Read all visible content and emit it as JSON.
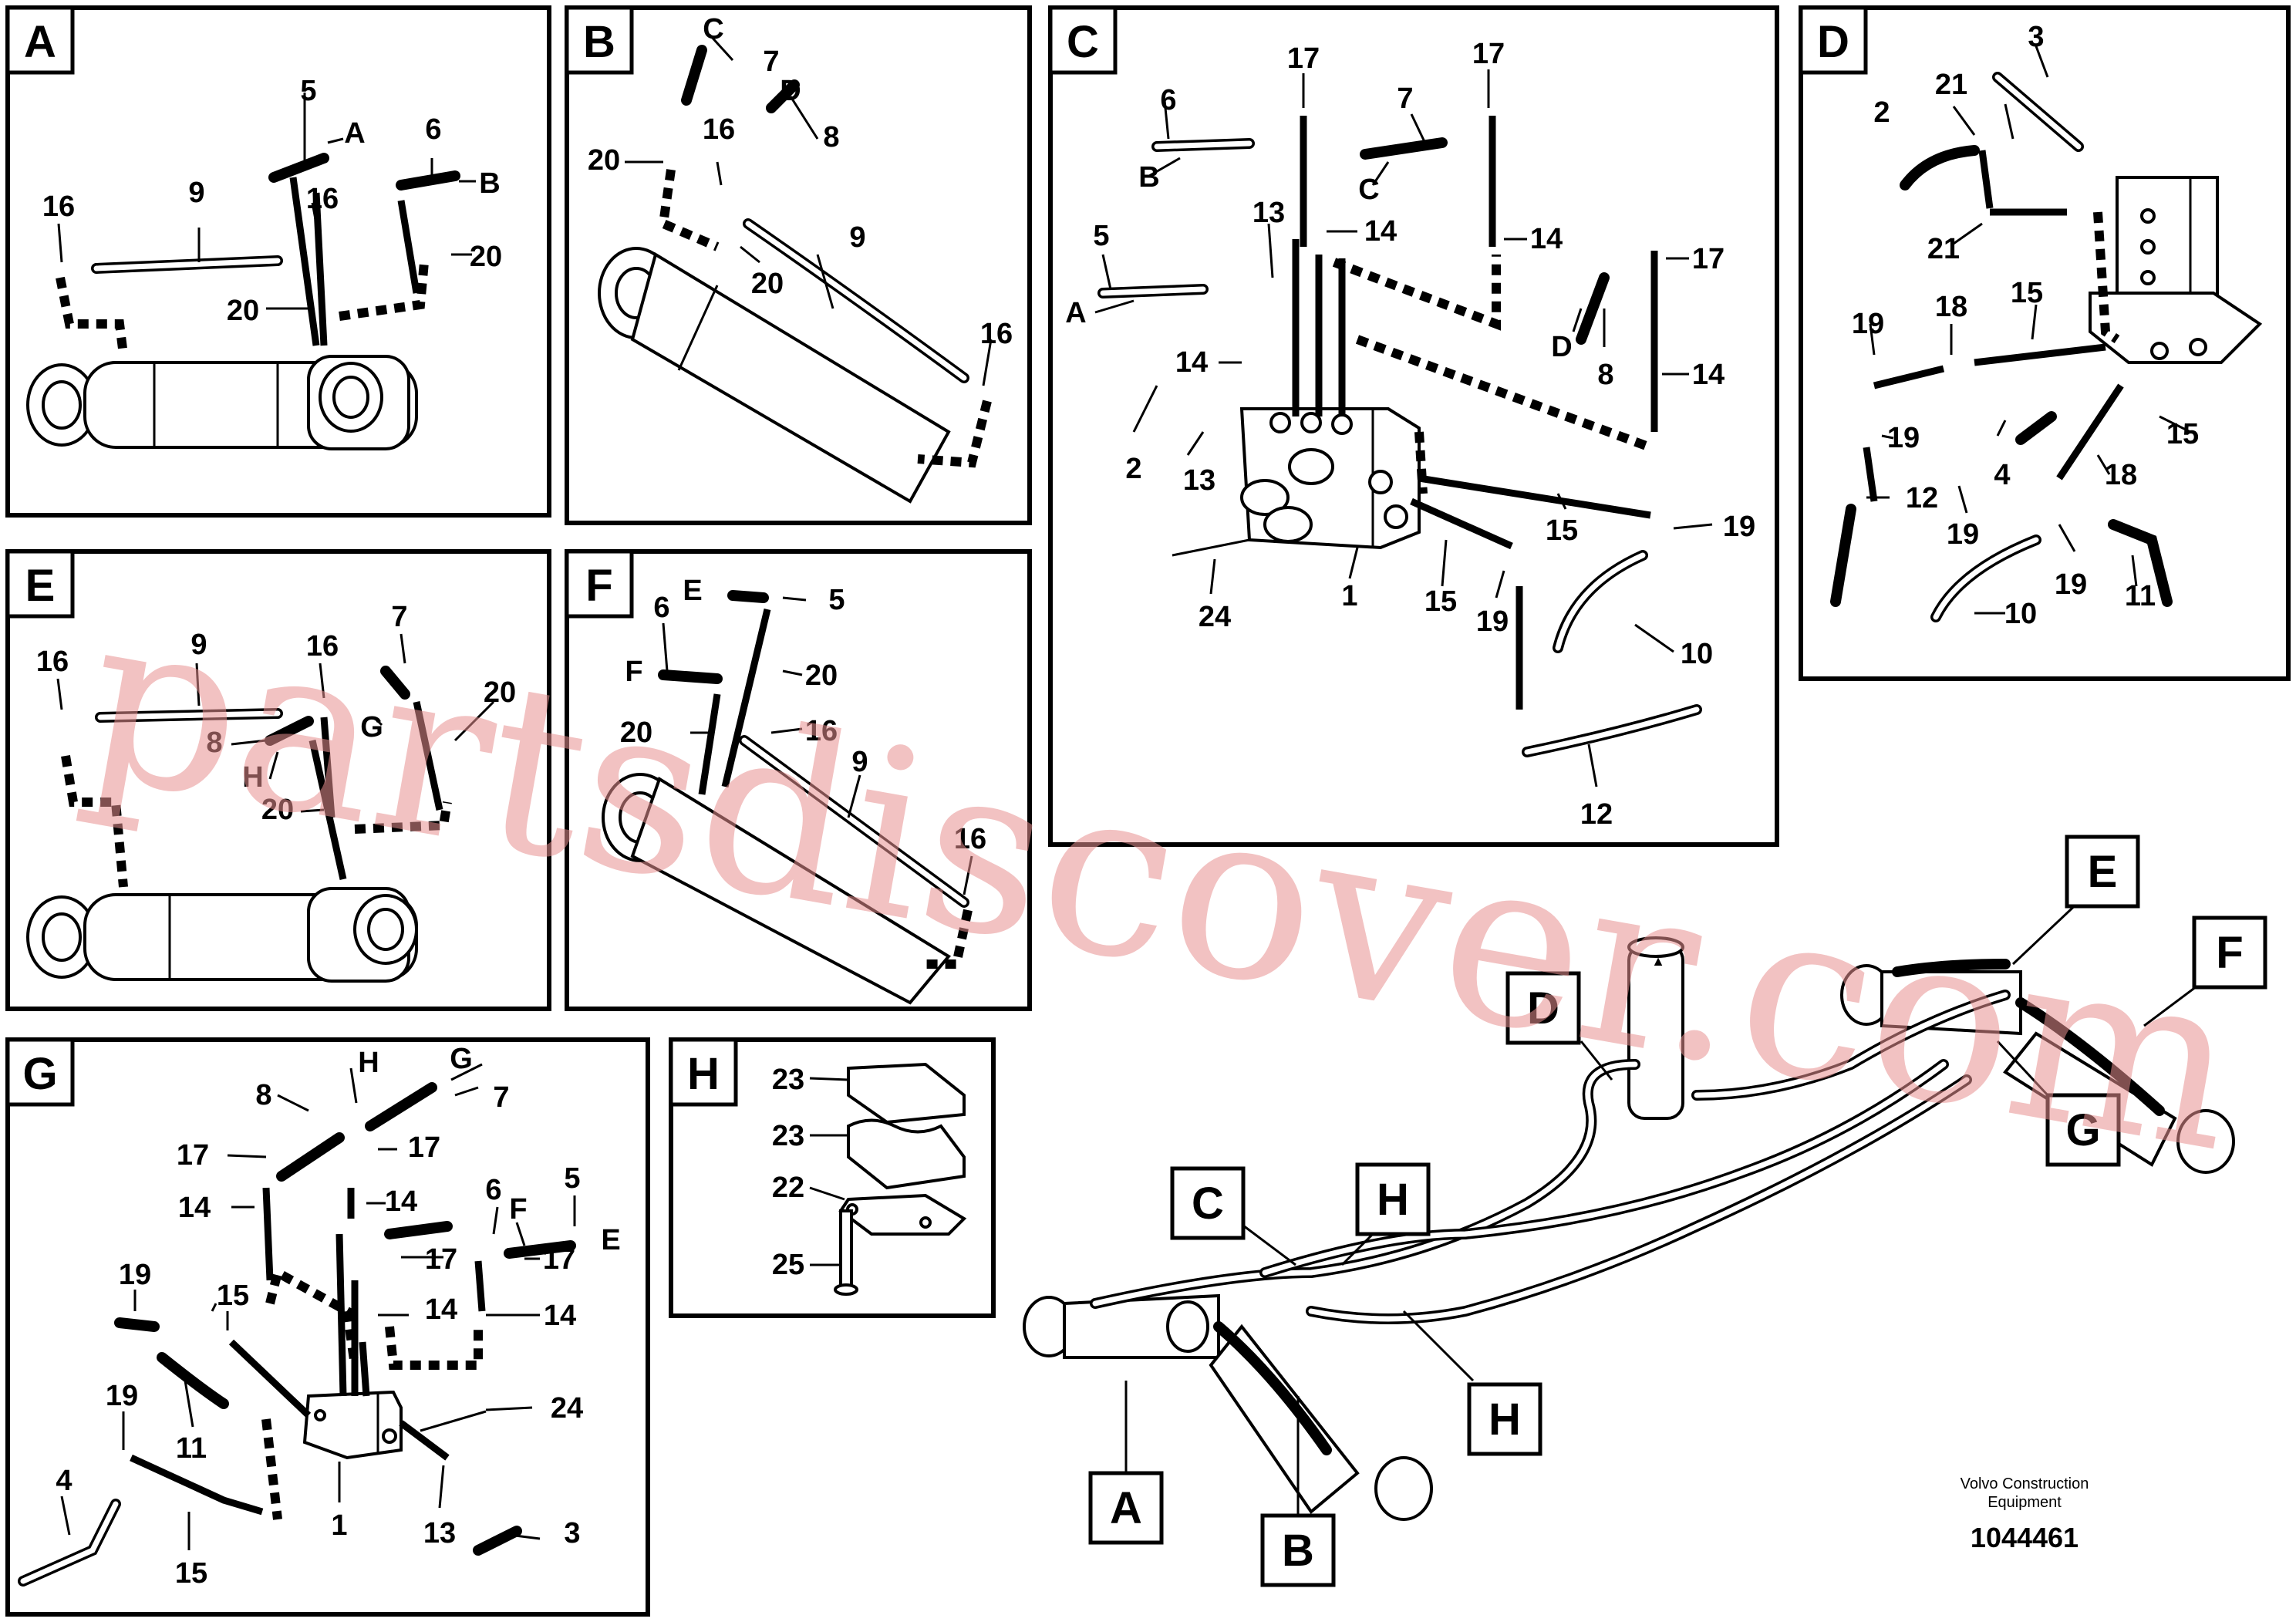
{
  "panels": {
    "a": {
      "letter": "A",
      "labels": [
        "5",
        "A",
        "6",
        "B",
        "16",
        "9",
        "16",
        "20",
        "20"
      ]
    },
    "b": {
      "letter": "B",
      "labels": [
        "C",
        "7",
        "D",
        "8",
        "20",
        "16",
        "20",
        "9",
        "16"
      ]
    },
    "c": {
      "letter": "C",
      "labels": [
        "17",
        "17",
        "6",
        "7",
        "B",
        "C",
        "13",
        "14",
        "14",
        "5",
        "A",
        "17",
        "D",
        "8",
        "14",
        "14",
        "2",
        "13",
        "15",
        "19",
        "24",
        "1",
        "15",
        "19",
        "10",
        "12"
      ]
    },
    "d": {
      "letter": "D",
      "labels": [
        "3",
        "21",
        "2",
        "21",
        "19",
        "18",
        "15",
        "19",
        "15",
        "4",
        "18",
        "12",
        "19",
        "19",
        "11",
        "10"
      ]
    },
    "e": {
      "letter": "E",
      "labels": [
        "16",
        "9",
        "16",
        "7",
        "G",
        "20",
        "8",
        "H",
        "20"
      ]
    },
    "f": {
      "letter": "F",
      "labels": [
        "E",
        "5",
        "6",
        "F",
        "20",
        "20",
        "16",
        "9",
        "16"
      ]
    },
    "g": {
      "letter": "G",
      "labels": [
        "H",
        "G",
        "8",
        "7",
        "17",
        "17",
        "6",
        "F",
        "5",
        "E",
        "14",
        "14",
        "17",
        "17",
        "19",
        "15",
        "14",
        "14",
        "19",
        "11",
        "24",
        "4",
        "1",
        "13",
        "3",
        "15"
      ]
    },
    "h": {
      "letter": "H",
      "labels": [
        "23",
        "23",
        "22",
        "25"
      ]
    }
  },
  "overview": {
    "callouts": [
      "A",
      "B",
      "C",
      "D",
      "E",
      "F",
      "G",
      "H",
      "H"
    ]
  },
  "footer": {
    "company_line1": "Volvo Construction",
    "company_line2": "Equipment",
    "doc_number": "1044461"
  },
  "watermark": "partsdiscover.com",
  "colors": {
    "watermark": "#e89090",
    "ink": "#000000",
    "background": "#ffffff"
  }
}
